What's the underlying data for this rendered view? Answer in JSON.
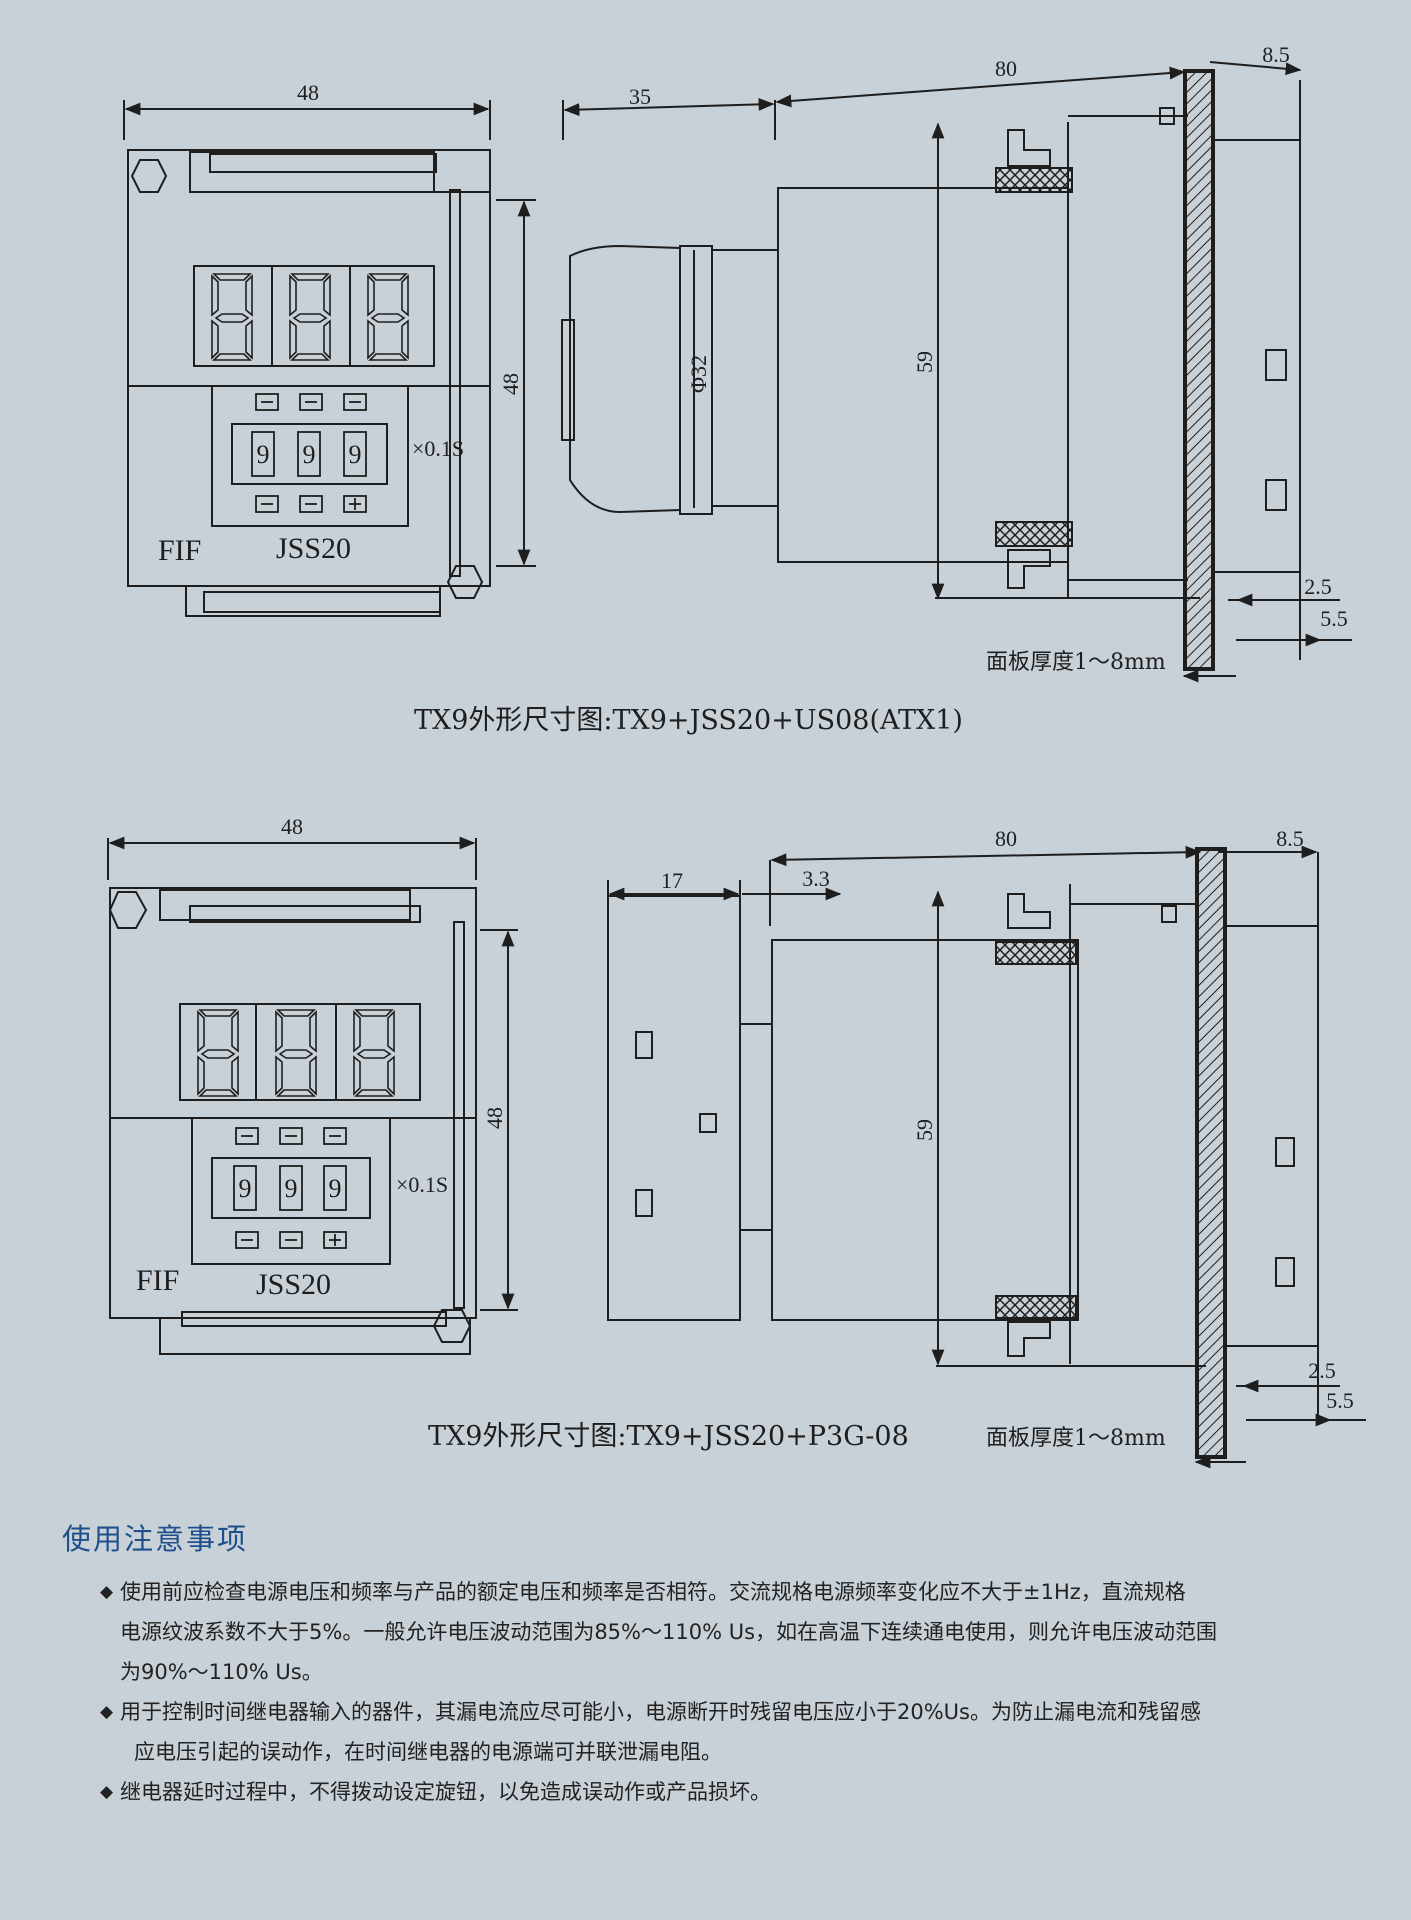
{
  "top": {
    "front": {
      "width": "48",
      "height": "48",
      "brand": "FIF",
      "model": "JSS20",
      "unit": "×0.1S",
      "digits": [
        "9",
        "9",
        "9"
      ],
      "button_minus": "−",
      "button_plus": "+"
    },
    "side": {
      "dim_35": "35",
      "dim_80": "80",
      "dim_8_5": "8.5",
      "phi": "Φ32",
      "dim_59": "59",
      "dim_2_5": "2.5",
      "dim_5_5": "5.5"
    },
    "panel_note": "面板厚度1～8mm",
    "caption": "TX9外形尺寸图:TX9+JSS20+US08(ATX1)"
  },
  "bottom": {
    "front": {
      "width": "48",
      "height": "48",
      "brand": "FIF",
      "model": "JSS20",
      "unit": "×0.1S",
      "digits": [
        "9",
        "9",
        "9"
      ]
    },
    "side": {
      "dim_17": "17",
      "dim_3_3": "3.3",
      "dim_80": "80",
      "dim_8_5": "8.5",
      "dim_59": "59",
      "dim_2_5": "2.5",
      "dim_5_5": "5.5"
    },
    "panel_note": "面板厚度1～8mm",
    "caption": "TX9外形尺寸图:TX9+JSS20+P3G-08"
  },
  "notes": {
    "title": "使用注意事项",
    "bullet_symbol": "◆",
    "items": [
      {
        "lines": [
          "使用前应检查电源电压和频率与产品的额定电压和频率是否相符。交流规格电源频率变化应不大于±1Hz，直流规格",
          "电源纹波系数不大于5%。一般允许电压波动范围为85%～110% Us，如在高温下连续通电使用，则允许电压波动范围",
          "为90%～110% Us。"
        ]
      },
      {
        "lines": [
          "用于控制时间继电器输入的器件，其漏电流应尽可能小，电源断开时残留电压应小于20%Us。为防止漏电流和残留感",
          "应电压引起的误动作，在时间继电器的电源端可并联泄漏电阻。"
        ]
      },
      {
        "lines": [
          "继电器延时过程中，不得拨动设定旋钮，以免造成误动作或产品损坏。"
        ]
      }
    ]
  }
}
